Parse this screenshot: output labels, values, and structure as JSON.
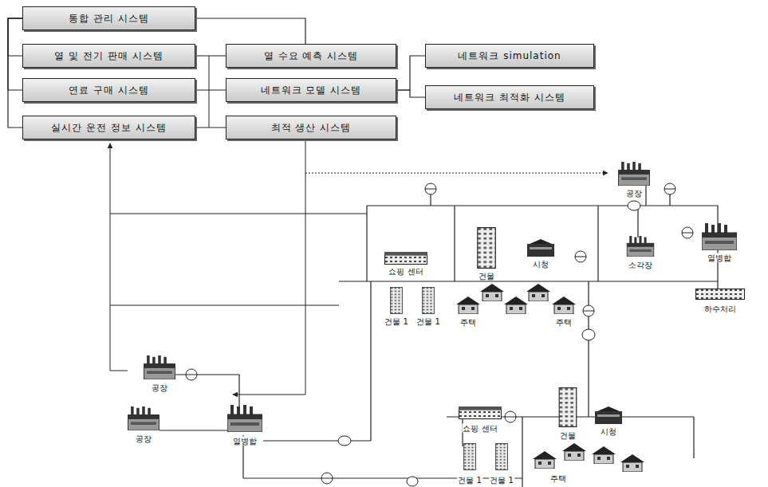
{
  "diagram": {
    "nodes": [
      {
        "text": [
          "통합 관리 시스템"
        ]
      },
      {
        "text": [
          "열 및 전기 판매 시스템"
        ]
      },
      {
        "text": [
          "연료 구매 시스템"
        ]
      },
      {
        "text": [
          "실시간 운전 정보 시스템"
        ]
      },
      {
        "text": [
          "열 수요 예측 시스템"
        ]
      },
      {
        "text": [
          "네트워크 모델 시스템"
        ]
      },
      {
        "text": [
          "최적 생산 시스템"
        ]
      },
      {
        "text": [
          "네트워크 simulation"
        ]
      },
      {
        "text": [
          "네트워크 최적화 시스템"
        ]
      }
    ],
    "edges": [
      {
        "from": 0,
        "to": 1,
        "arrow": "none"
      },
      {
        "from": 0,
        "to": 2,
        "arrow": "none"
      },
      {
        "from": 0,
        "to": 3,
        "arrow": "none"
      },
      {
        "from": 0,
        "to": 4,
        "arrow": "none"
      },
      {
        "from": 1,
        "to": 4,
        "arrow": "none"
      },
      {
        "from": 2,
        "to": 5,
        "arrow": "none"
      },
      {
        "from": 3,
        "to": 6,
        "arrow": "none"
      },
      {
        "from": 5,
        "to": 7,
        "arrow": "none"
      },
      {
        "from": 5,
        "to": 8,
        "arrow": "none"
      }
    ],
    "labels": [
      "공장",
      "열병합",
      "소각장",
      "하수처리",
      "쇼핑 센터",
      "건물",
      "시청",
      "건물 1",
      "건물 1",
      "주택",
      "주택",
      "공장",
      "공장",
      "열병합",
      "쇼핑 센터",
      "건물",
      "시청",
      "건물 1",
      "건물 1",
      "주택"
    ]
  }
}
